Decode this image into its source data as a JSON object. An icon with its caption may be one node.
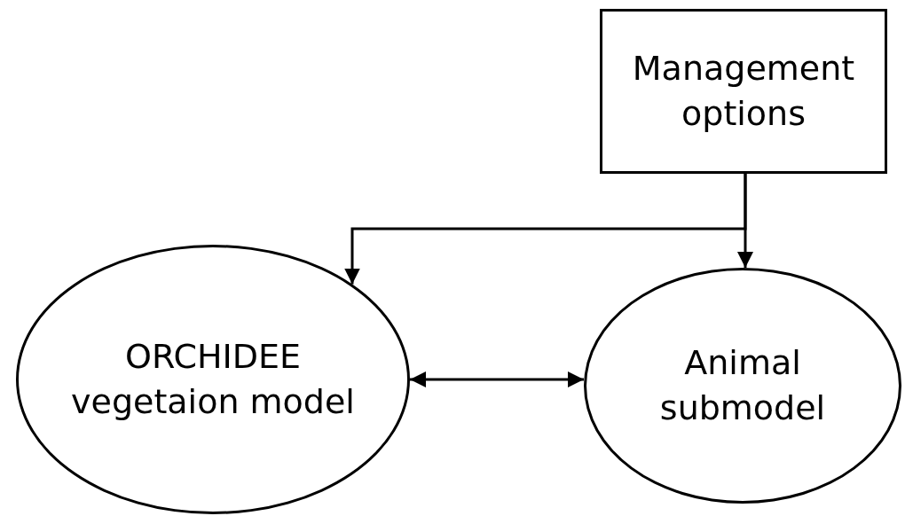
{
  "diagram": {
    "nodes": [
      {
        "text": [
          "Management options"
        ]
      },
      {
        "text": [
          "ORCHIDEE vegetaion model"
        ]
      },
      {
        "text": [
          "Animal submodel"
        ]
      }
    ],
    "edges": [
      {
        "from": 0,
        "to": 1,
        "arrow": "to"
      },
      {
        "from": 0,
        "to": 2,
        "arrow": "to"
      },
      {
        "from": 1,
        "to": 2,
        "arrow": "both"
      }
    ]
  }
}
